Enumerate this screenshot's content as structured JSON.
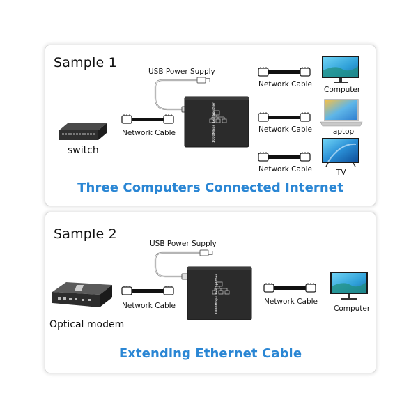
{
  "sample1": {
    "title": "Sample 1",
    "usb_label": "USB Power Supply",
    "left_cable_label": "Network Cable",
    "source_label": "switch",
    "outputs": [
      {
        "cable_label": "Network Cable",
        "device_label": "Computer",
        "device_icon": "monitor-icon"
      },
      {
        "cable_label": "Network Cable",
        "device_label": "laptop",
        "device_icon": "laptop-icon"
      },
      {
        "cable_label": "Network Cable",
        "device_label": "TV",
        "device_icon": "tv-icon"
      }
    ],
    "caption": "Three Computers Connected Internet"
  },
  "sample2": {
    "title": "Sample 2",
    "usb_label": "USB Power Supply",
    "left_cable_label": "Network Cable",
    "source_label": "Optical modem",
    "output": {
      "cable_label": "Network Cable",
      "device_label": "Computer",
      "device_icon": "monitor-icon"
    },
    "caption": "Extending Ethernet Cable"
  },
  "hub_text": "1000Mbps 1x3 Splitter",
  "colors": {
    "caption": "#2a86d4",
    "hub": "#2b2b2b",
    "cable": "#111111"
  }
}
